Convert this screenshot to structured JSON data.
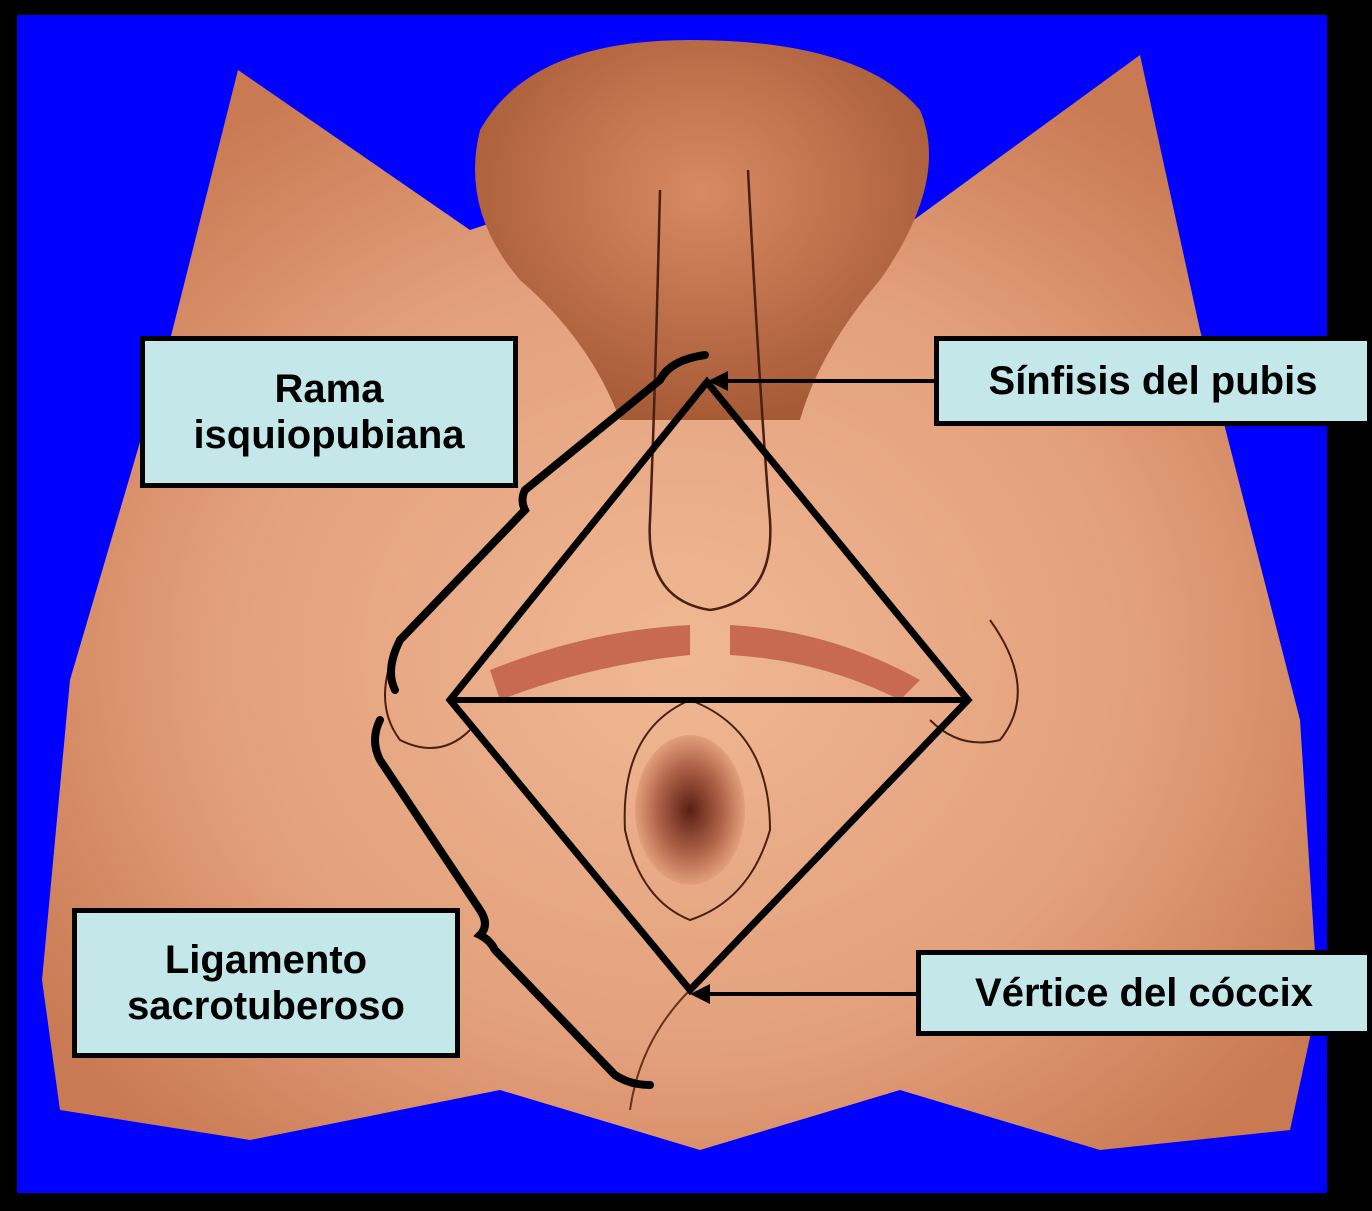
{
  "colors": {
    "background": "#0000ff",
    "frame": "#000000",
    "label_fill": "#c4e8ea",
    "skin": "#e3a07c",
    "skin_shadow": "#b8643a",
    "outline": "#000000"
  },
  "labels": {
    "rama": {
      "line1": "Rama",
      "line2": "isquiopubiana"
    },
    "sinfisis": {
      "text": "Sínfisis del pubis"
    },
    "ligamento": {
      "line1": "Ligamento",
      "line2": "sacrotuberoso"
    },
    "vertice": {
      "text": "Vértice del cóccix"
    }
  },
  "icons": {
    "pointer_arrow": "arrow-left-icon"
  }
}
